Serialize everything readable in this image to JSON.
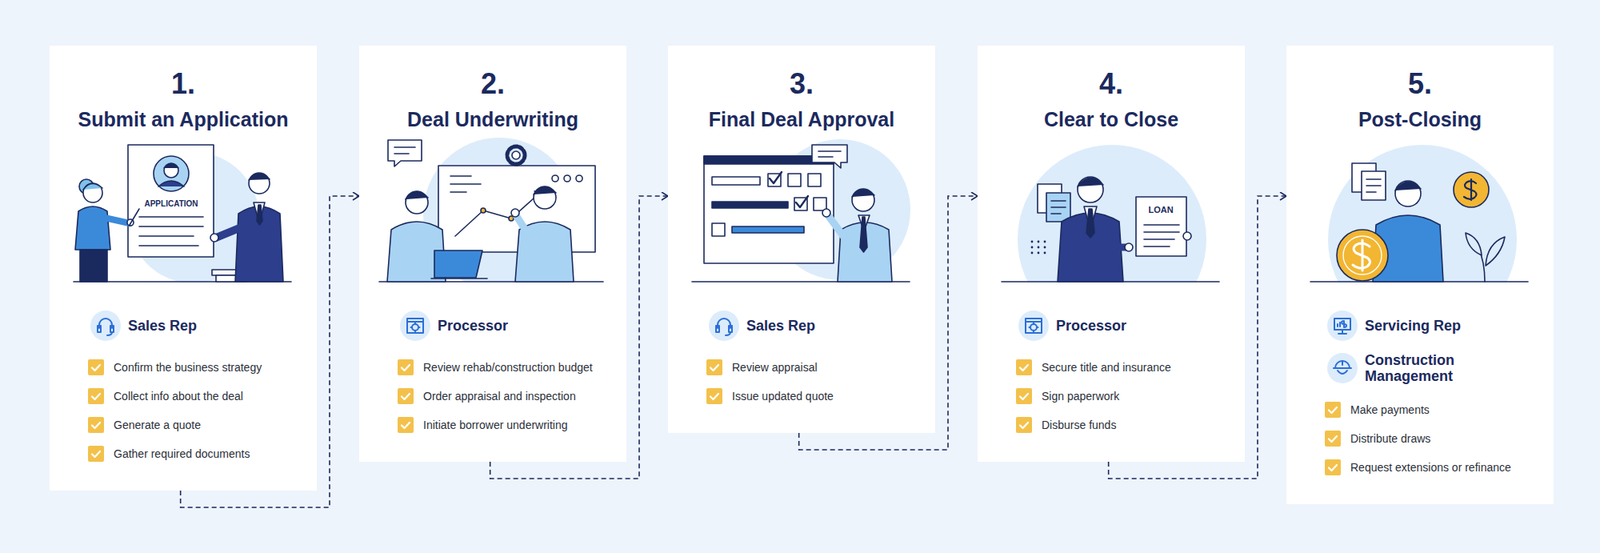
{
  "diagram": {
    "nodes": [
      {
        "text": [
          "1.",
          "Submit an Application",
          "Sales Rep",
          "Confirm the business strategy",
          "Collect info about the deal",
          "Generate a quote",
          "Gather required documents"
        ]
      },
      {
        "text": [
          "2.",
          "Deal Underwriting",
          "Processor",
          "Review rehab/construction budget",
          "Order appraisal and inspection",
          "Initiate borrower underwriting"
        ]
      },
      {
        "text": [
          "3.",
          "Final Deal Approval",
          "Sales Rep",
          "Review appraisal",
          "Issue updated quote"
        ]
      },
      {
        "text": [
          "4.",
          "Clear to Close",
          "Processor",
          "Secure title and insurance",
          "Sign paperwork",
          "Disburse funds"
        ]
      },
      {
        "text": [
          "5.",
          "Post-Closing",
          "Servicing Rep",
          "Construction Management",
          "Make payments",
          "Distribute draws",
          "Request extensions or refinance"
        ]
      }
    ],
    "edges": [
      {
        "from": 0,
        "to": 1,
        "arrow": "to"
      },
      {
        "from": 1,
        "to": 2,
        "arrow": "to"
      },
      {
        "from": 2,
        "to": 3,
        "arrow": "to"
      },
      {
        "from": 3,
        "to": 4,
        "arrow": "to"
      }
    ],
    "labels": [
      "APPLICATION",
      "LOAN"
    ]
  }
}
